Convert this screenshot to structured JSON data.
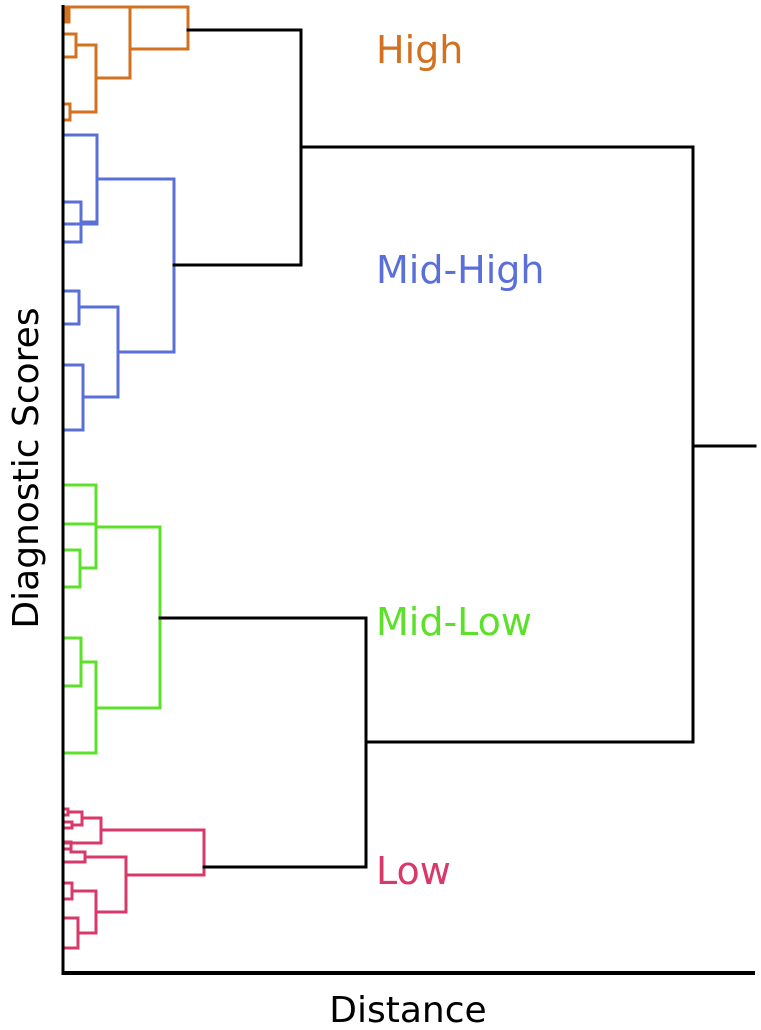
{
  "chart_data": {
    "type": "dendrogram",
    "xlabel": "Distance",
    "ylabel": "Diagnostic Scores",
    "clusters": [
      {
        "id": "high",
        "label": "High",
        "color": "#D2711F"
      },
      {
        "id": "midhigh",
        "label": "Mid-High",
        "color": "#5A6FD8"
      },
      {
        "id": "midlow",
        "label": "Mid-Low",
        "color": "#5CE02A"
      },
      {
        "id": "low",
        "label": "Low",
        "color": "#D9386A"
      }
    ],
    "link_color": "#000000",
    "axis_color": "#000000"
  }
}
